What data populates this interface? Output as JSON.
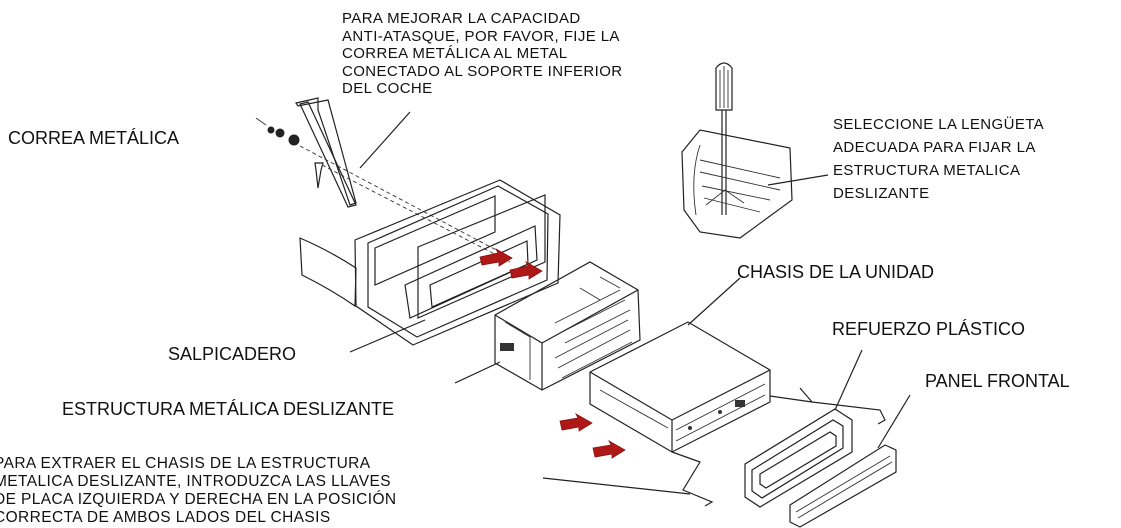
{
  "notes": {
    "top": [
      "PARA MEJORAR LA CAPACIDAD",
      "ANTI-ATASQUE, POR FAVOR, FIJE LA",
      "CORREA METÁLICA AL METAL",
      "CONECTADO AL SOPORTE INFERIOR",
      "DEL COCHE"
    ],
    "right": [
      "SELECCIONE LA LENGÜETA",
      "ADECUADA PARA FIJAR LA",
      "ESTRUCTURA METALICA",
      "DESLIZANTE"
    ],
    "bottom": [
      "PARA EXTRAER EL CHASIS DE LA ESTRUCTURA",
      "METALICA DESLIZANTE, INTRODUZCA LAS LLAVES",
      "DE PLACA IZQUIERDA Y DERECHA EN LA POSICIÓN",
      "CORRECTA DE AMBOS LADOS DEL CHASIS"
    ]
  },
  "labels": {
    "metal_strap": "CORREA METÁLICA",
    "unit_chassis": "CHASIS DE LA UNIDAD",
    "plastic_reinforcement": "REFUERZO PLÁSTICO",
    "front_panel": "PANEL FRONTAL",
    "dashboard": "SALPICADERO",
    "sliding_frame": "ESTRUCTURA METÁLICA DESLIZANTE"
  },
  "colors": {
    "arrow": "#b01818",
    "line": "#222222",
    "background": "#ffffff"
  }
}
